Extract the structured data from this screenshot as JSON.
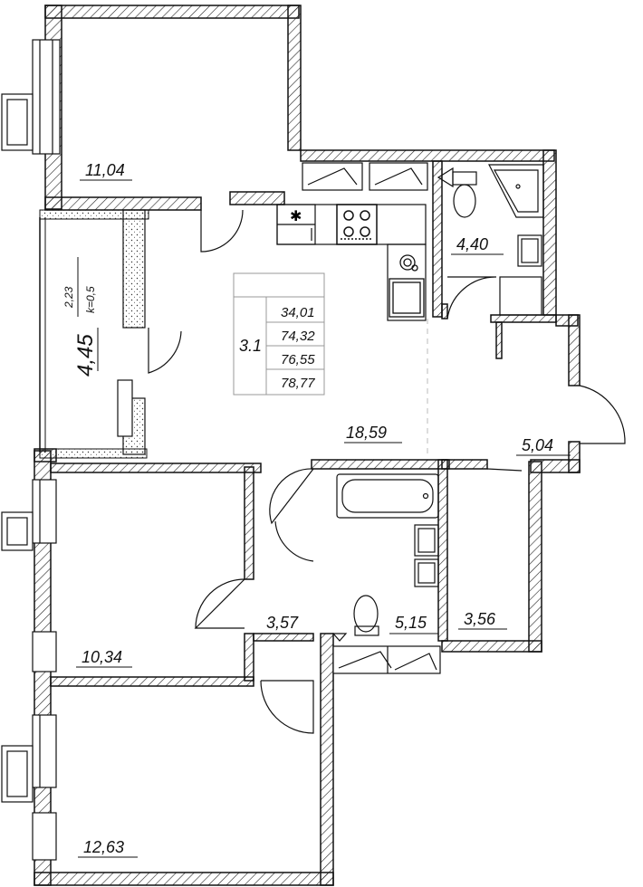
{
  "rooms": {
    "bedroom_top": "11,04",
    "living_kitchen": "18,59",
    "bath_small": "4,40",
    "hall_entry": "5,04",
    "balcony_area": "4,45",
    "balcony_sub": "2,23",
    "balcony_k": "k=0,5",
    "bedroom_mid": "10,34",
    "corridor": "3,57",
    "bathroom": "5,15",
    "storage": "3,56",
    "bedroom_bottom": "12,63"
  },
  "summary": {
    "apartment_no": "3.1",
    "living_area": "34,01",
    "total_area": "74,32",
    "area_with_balcony": "76,55",
    "area_full": "78,77"
  },
  "colors": {
    "wall": "#111111",
    "hatch": "#222222",
    "line": "#111111",
    "dash": "#bbbbbb",
    "summary_line": "#999999"
  },
  "icons": [
    "stove-icon",
    "sink-icon",
    "washing-machine-icon",
    "toilet-icon",
    "bathtub-icon",
    "shower-icon",
    "fridge-icon",
    "door-icon",
    "window-icon"
  ]
}
